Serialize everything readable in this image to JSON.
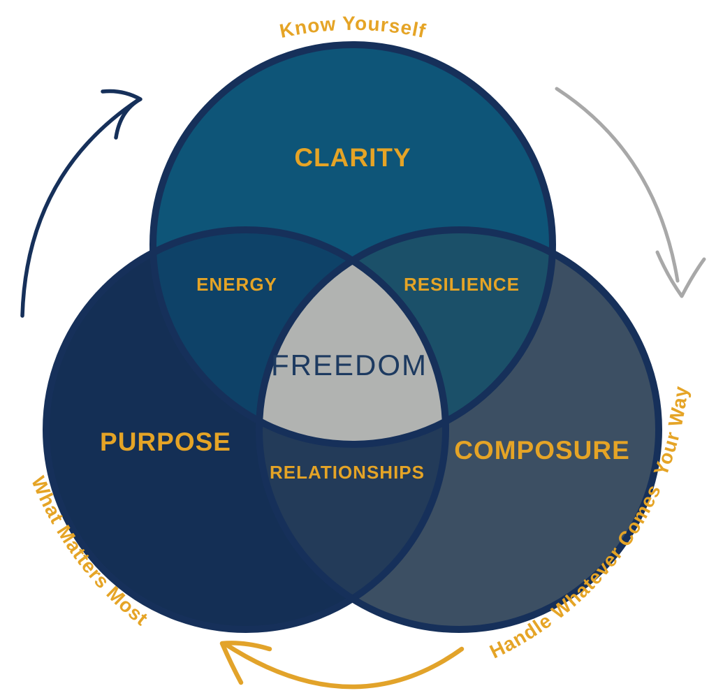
{
  "venn": {
    "center_label": "FREEDOM",
    "center_fill": "#b1b3b1",
    "center_label_color": "#1d3a60",
    "outline_color": "#16305a",
    "label_color": "#e5a426",
    "circles": [
      {
        "name": "clarity",
        "label": "CLARITY",
        "tagline": "Know Yourself",
        "fill": "#0e5578"
      },
      {
        "name": "purpose",
        "label": "PURPOSE",
        "tagline": "What Matters Most",
        "fill": "#142f55"
      },
      {
        "name": "composure",
        "label": "COMPOSURE",
        "tagline": "Handle Whatever Comes  Your Way",
        "fill": "#3c4f63"
      }
    ],
    "overlaps": [
      {
        "name": "clarity-purpose",
        "label": "ENERGY",
        "fill": "#0e4268"
      },
      {
        "name": "clarity-composure",
        "label": "RESILIENCE",
        "fill": "#1b5069"
      },
      {
        "name": "purpose-composure",
        "label": "RELATIONSHIPS",
        "fill": "#233b59"
      }
    ],
    "arrows": {
      "top_left_color": "#16305a",
      "right_color": "#a8a8a8",
      "bottom_color": "#e2a32a"
    }
  }
}
